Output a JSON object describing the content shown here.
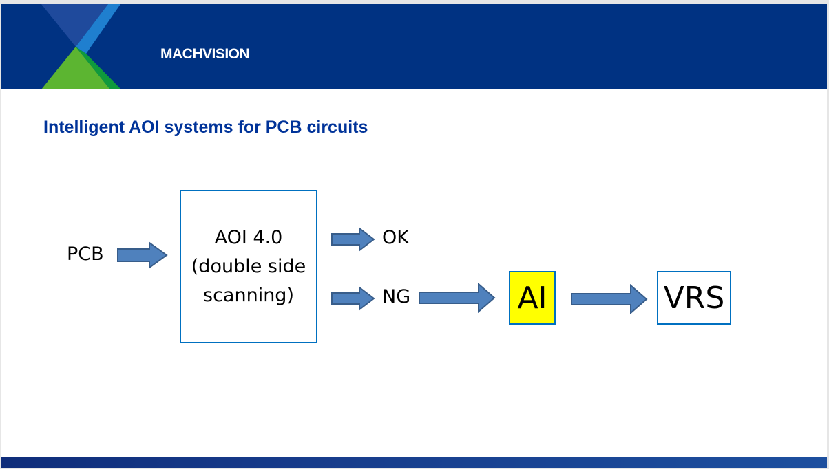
{
  "header": {
    "brand": "MACHVISION",
    "colors": {
      "banner": "#003282",
      "accent_blue": "#1f7fcf",
      "green": "#5cb531",
      "dark_green": "#0f9a3c"
    }
  },
  "title": "Intelligent AOI systems for PCB circuits",
  "diagram": {
    "input_label": "PCB",
    "aoi_box": {
      "line1": "AOI 4.0",
      "line2": "(double side",
      "line3": "scanning)"
    },
    "ok_label": "OK",
    "ng_label": "NG",
    "ai_box": "AI",
    "vrs_box": "VRS",
    "arrow_icon": "right-arrow-icon",
    "colors": {
      "arrow_fill": "#4f81bd",
      "arrow_stroke": "#385d8a",
      "box_border": "#0070c0",
      "ai_fill": "#ffff00"
    }
  }
}
